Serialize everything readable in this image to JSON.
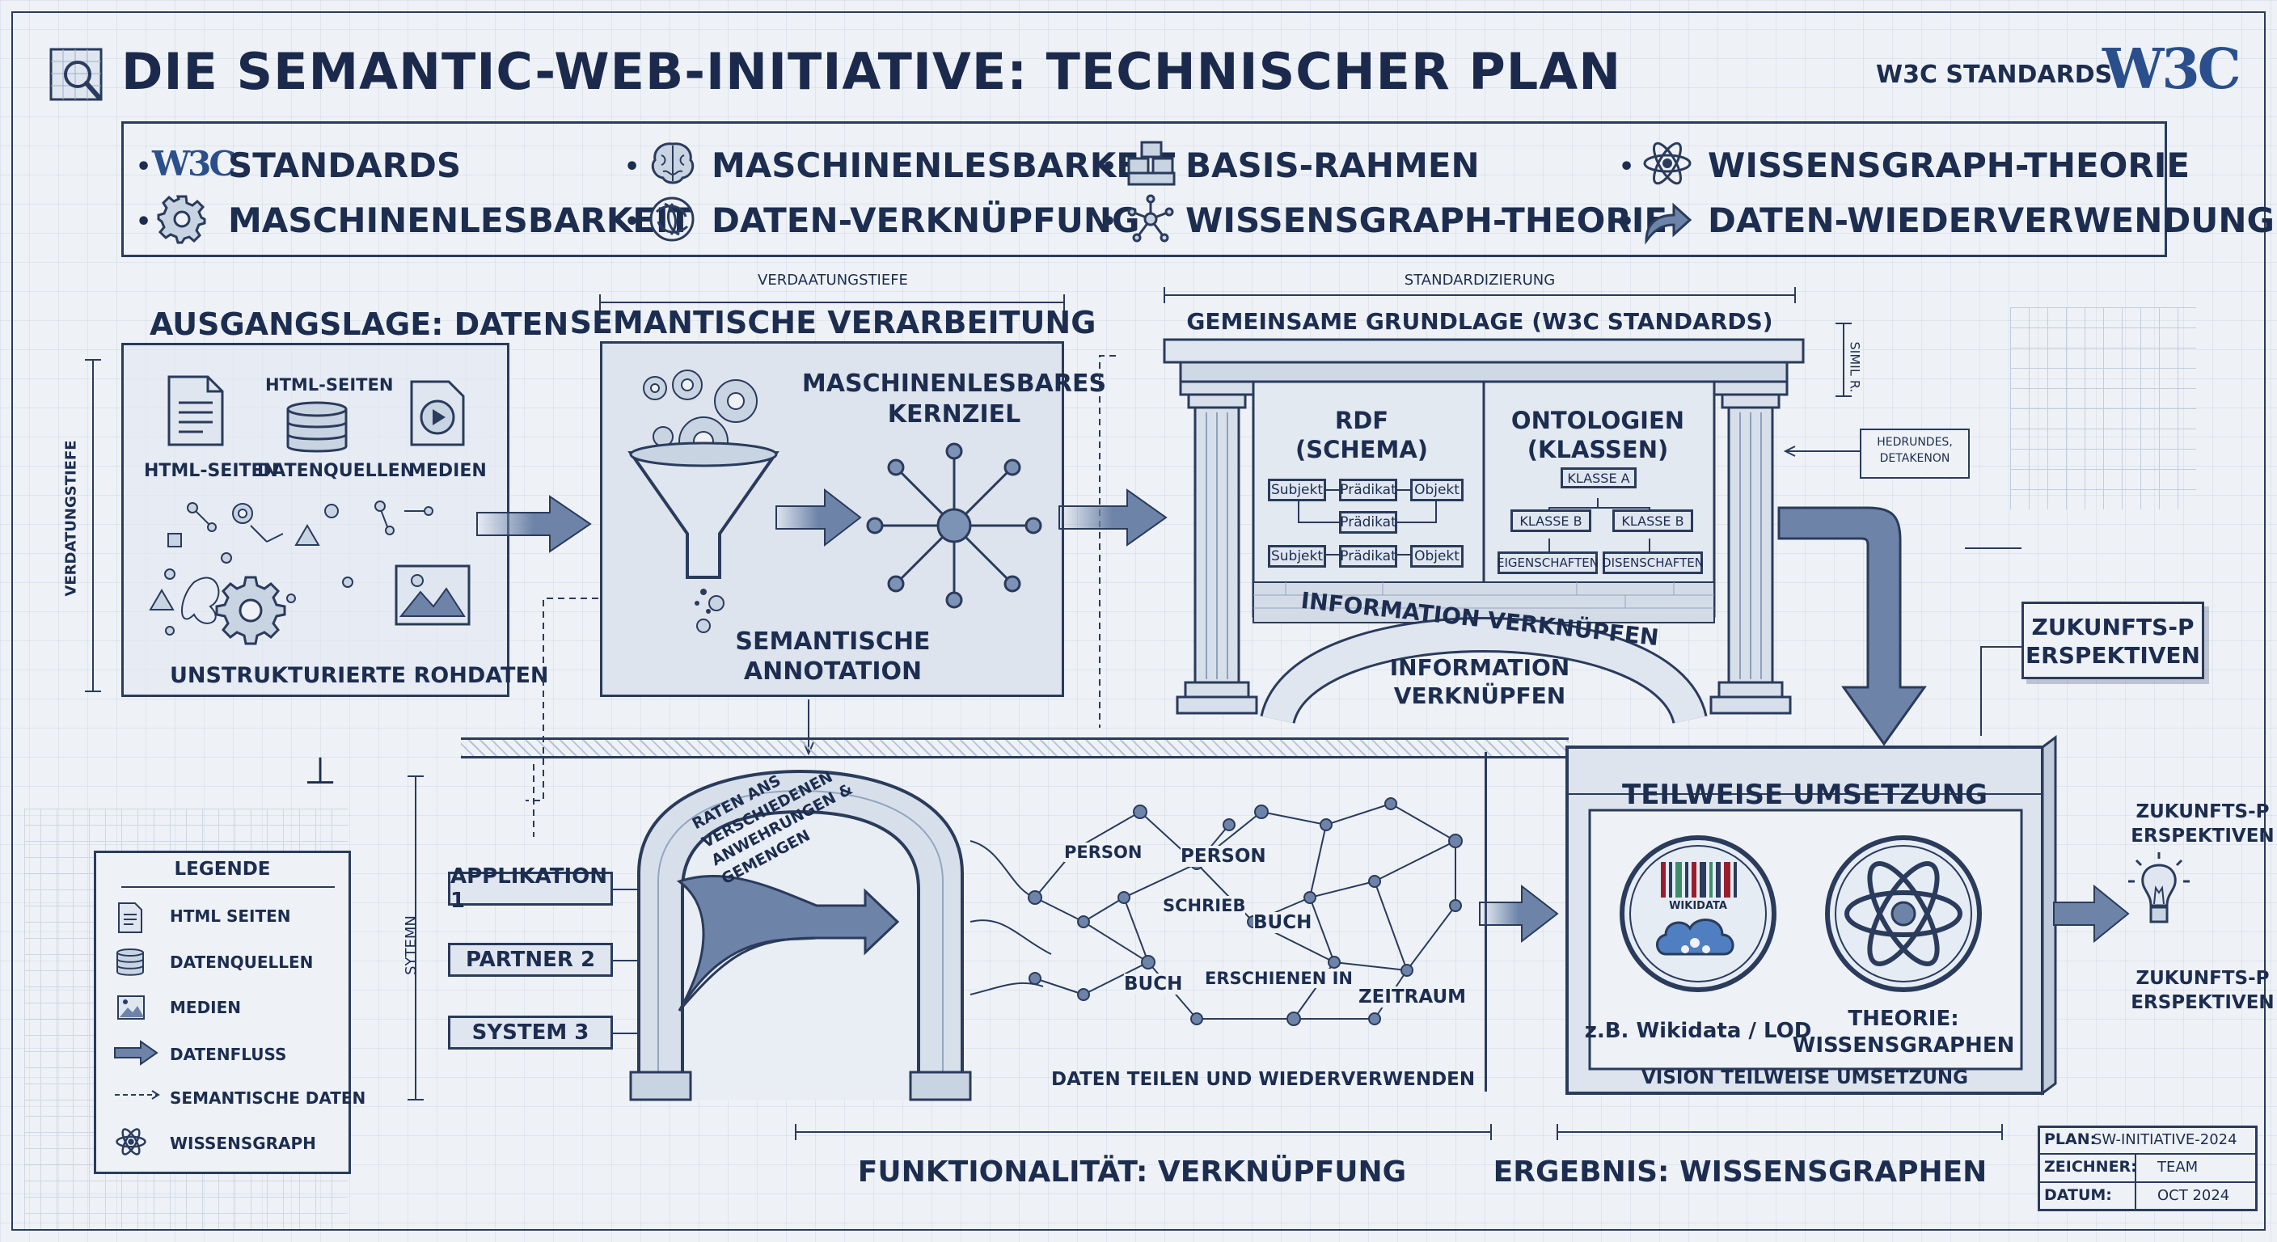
{
  "header": {
    "title": "DIE SEMANTIC-WEB-INITIATIVE: TECHNISCHER PLAN",
    "w3c_standards_label": "W3C STANDARDS",
    "logo_text": "W3C"
  },
  "banner": {
    "items": [
      {
        "icon": "w3c-logo-icon",
        "label": "STANDARDS",
        "logo_text": "W3C"
      },
      {
        "icon": "brain-icon",
        "label": "MASCHINENLESBARKEIT"
      },
      {
        "icon": "blocks-icon",
        "label": "BASIS-RAHMEN"
      },
      {
        "icon": "atom-icon",
        "label": "WISSENSGRAPH-THEORIE"
      },
      {
        "icon": "gear-icon",
        "label": "MASCHINENLESBARKEIT"
      },
      {
        "icon": "link-knot-icon",
        "label": "DATEN-VERKNÜPFUNG"
      },
      {
        "icon": "network-icon",
        "label": "WISSENSGRAPH-THEORIE"
      },
      {
        "icon": "arrow-icon",
        "label": "DATEN-WIEDERVERWENDUNG"
      }
    ]
  },
  "dimensions": {
    "verdauungstiefe_top": "VERDAATUNGSTIEFE",
    "verdauungstiefe_side": "VERDATUNGSTIEFE",
    "standardisierung": "STANDARDIZIERUNG",
    "side_small": "SIMIL R.",
    "systeme": "SYTEMN",
    "note": "HEDRUNDES, DETAKENON"
  },
  "panel1": {
    "title": "AUSGANGSLAGE: DATEN",
    "html_top": "HTML-SEITEN",
    "html": "HTML-SEITEN",
    "datenquellen": "DATENQUELLEN",
    "medien": "MEDIEN",
    "caption": "UNSTRUKTURIERTE ROHDATEN"
  },
  "panel2": {
    "title": "SEMANTISCHE VERARBEITUNG",
    "goal": "MASCHINENLESBARES KERNZIEL",
    "caption": "SEMANTISCHE ANNOTATION"
  },
  "panel3": {
    "title": "GEMEINSAME GRUNDLAGE (W3C STANDARDS)",
    "rdf": "RDF (SCHEMA)",
    "ontologien": "ONTOLOGIEN (KLASSEN)",
    "rdf_rows": [
      [
        "Subjekt",
        "Prädikat",
        "Objekt"
      ],
      [
        "",
        "Prädikat",
        ""
      ],
      [
        "Subjekt",
        "Prädikat",
        "Objekt"
      ]
    ],
    "klasse_a": "KLASSE A",
    "klasse_b1": "KLASSE B",
    "klasse_b2": "KLASSE B",
    "eigenschaften1": "EIGENSCHAFTEN",
    "eigenschaften2": "DISENSCHAFTEN",
    "arch_text": "INFORMATION VERKNÜPFEN",
    "caption": "INFORMATION VERKNÜPFEN"
  },
  "zukunft_box": "ZUKUNFTS-PERSPEKTIVEN",
  "legend": {
    "title": "LEGENDE",
    "items": [
      {
        "icon": "document-icon",
        "label": "HTML SEITEN"
      },
      {
        "icon": "database-icon",
        "label": "DATENQUELLEN"
      },
      {
        "icon": "image-icon",
        "label": "MEDIEN"
      },
      {
        "icon": "arrow-icon",
        "label": "DATENFLUSS"
      },
      {
        "icon": "dashed-arrow-icon",
        "label": "SEMANTISCHE DATEN"
      },
      {
        "icon": "atom-icon",
        "label": "WISSENSGRAPH"
      }
    ]
  },
  "systems": [
    "APPLIKATION 1",
    "PARTNER 2",
    "SYSTEM 3"
  ],
  "arch_lower_text": "RATEN ANS VERSCHIEDENEN ANWEHRUNGEN & GEMENGEN",
  "graph": {
    "nodes": [
      "PERSON",
      "PERSON",
      "SCHRIEB",
      "BUCH",
      "BUCH",
      "ERSCHIENEN IN",
      "ZEITRAUM"
    ],
    "caption": "DATEN TEILEN UND WIEDERVERWENDEN"
  },
  "bottom_captions": {
    "funktionalitaet": "FUNKTIONALITÄT: VERKNÜPFUNG",
    "ergebnis": "ERGEBNIS: WISSENSGRAPHEN"
  },
  "result": {
    "title": "TEILWEISE UMSETZUNG",
    "wikidata_logo": "WIKIDATA",
    "wikidata": "z.B. Wikidata / LOD",
    "theorie": "THEORIE: WISSENSGRAPHEN",
    "caption": "VISION TEILWEISE UMSETZUNG"
  },
  "future": {
    "top": "ZUKUNFTS-PERSPEKTIVEN",
    "bottom": "ZUKUNFTS-PERSPEKTIVEN"
  },
  "titleblock": {
    "plan_label": "PLAN:",
    "plan_value": "SW-INITIATIVE-2024",
    "zeichner_label": "ZEICHNER:",
    "zeichner_value": "TEAM",
    "datum_label": "DATUM:",
    "datum_value": "OCT 2024"
  },
  "colors": {
    "ink": "#1c2d4f",
    "steel": "#6d84a8",
    "paper": "#eef2f7",
    "panel": "#dde4ee"
  }
}
